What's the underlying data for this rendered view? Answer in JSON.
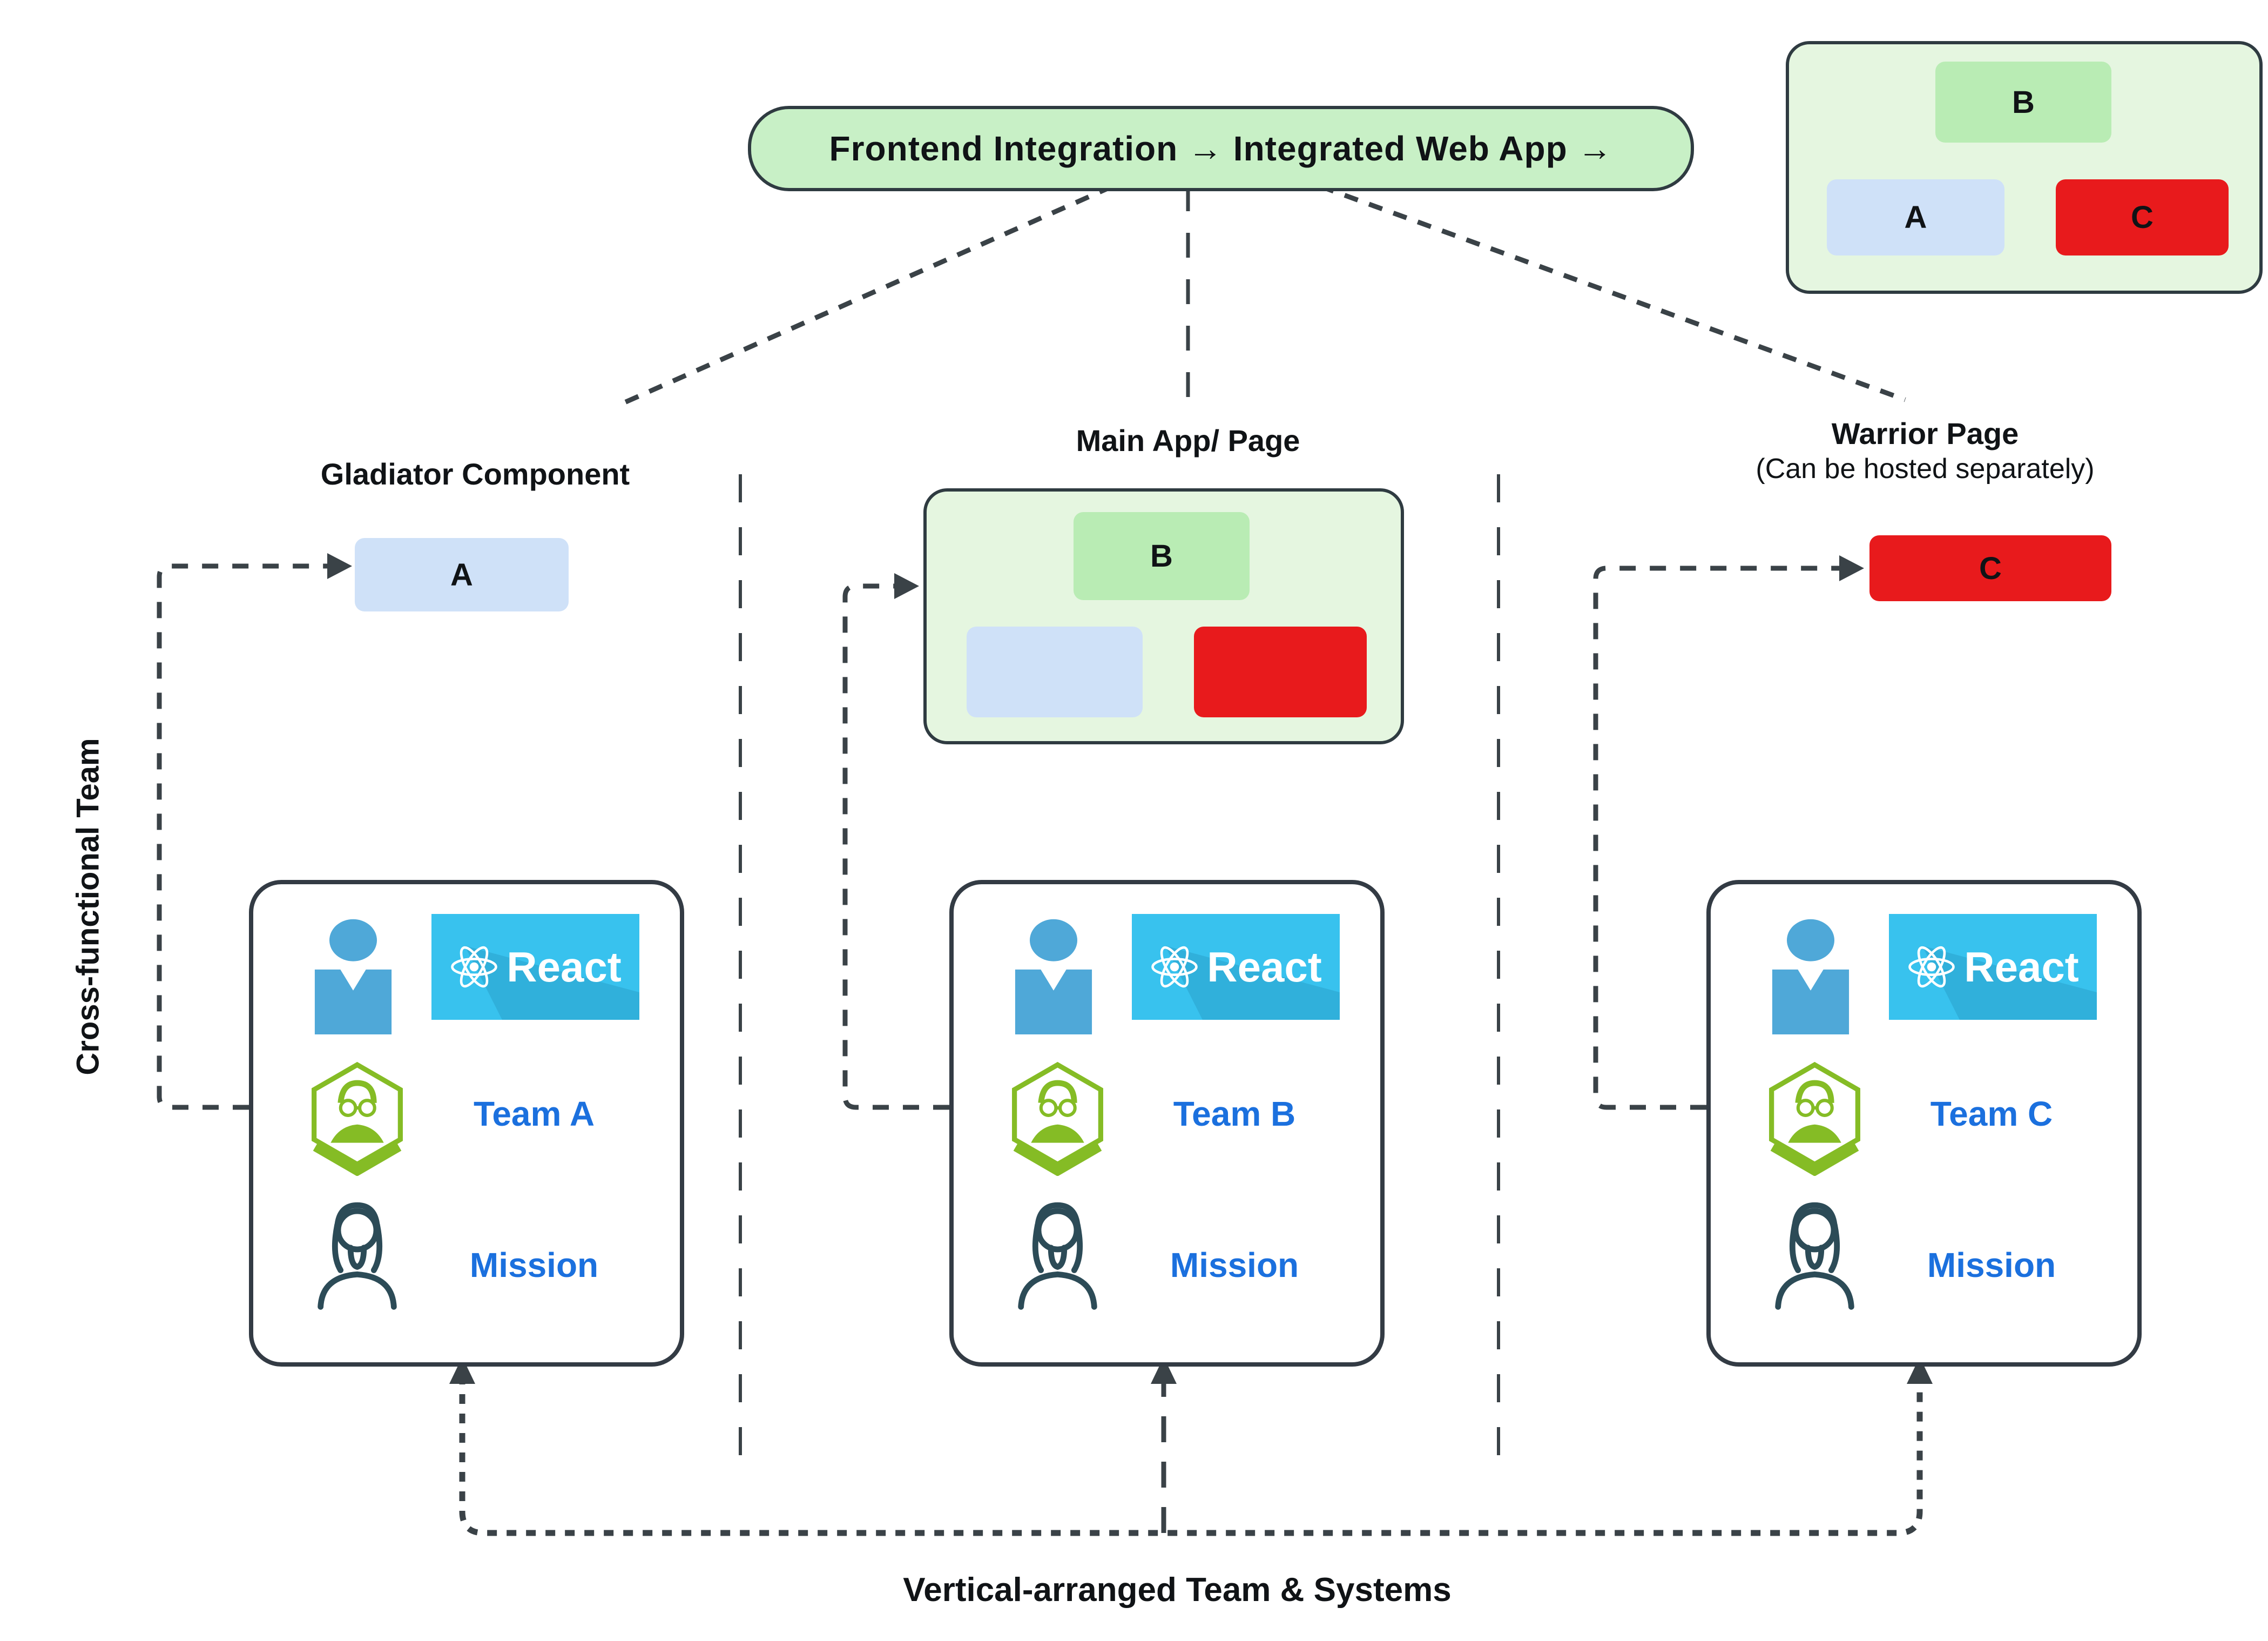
{
  "pill": {
    "label": "Frontend Integration  →  Integrated Web App  →"
  },
  "legend_box": {
    "b_label": "B",
    "a_label": "A",
    "c_label": "C"
  },
  "columns": [
    {
      "header": "Gladiator Component",
      "component_label": "A",
      "card": {
        "react_label": "React",
        "team_label": "Team A",
        "mission_label": "Mission"
      }
    },
    {
      "header": "Main App/ Page",
      "component_label": "B",
      "card": {
        "react_label": "React",
        "team_label": "Team B",
        "mission_label": "Mission"
      }
    },
    {
      "header": "Warrior Page",
      "subheader": "(Can be hosted separately)",
      "component_label": "C",
      "card": {
        "react_label": "React",
        "team_label": "Team C",
        "mission_label": "Mission"
      }
    }
  ],
  "side_label": "Cross-functional Team",
  "bottom_label": "Vertical-arranged Team & Systems",
  "colors": {
    "pill_green": "#c8f0c6",
    "container_green": "#e5f6e0",
    "component_green": "#b9ecb4",
    "component_blue": "#cfe1f8",
    "component_red": "#e81a1c",
    "react_cyan": "#38c2ee",
    "person_blue": "#4fa8d8",
    "hexagon_green": "#85bc25",
    "outline_teal": "#2c4b57",
    "team_text_blue": "#1b70de",
    "connector": "#3a4247"
  }
}
